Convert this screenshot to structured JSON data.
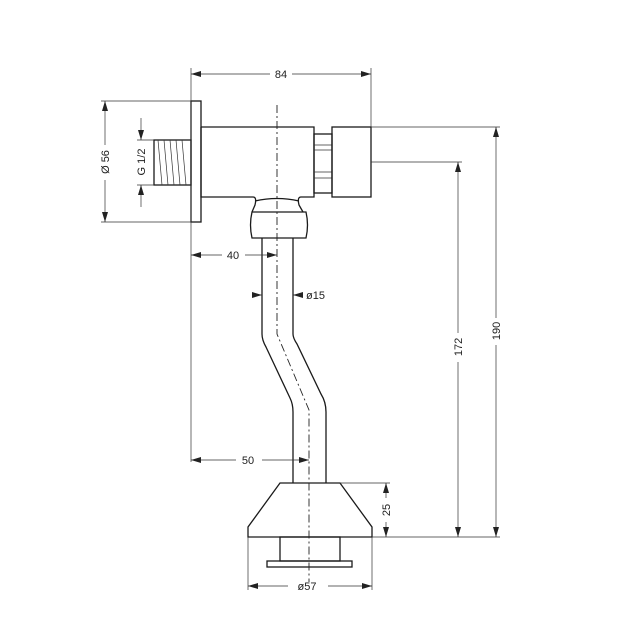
{
  "dimensions": {
    "overall_width": "84",
    "flange_diameter": "Ø 56",
    "thread": "G 1/2",
    "inlet_offset": "40",
    "pipe_diameter": "ø15",
    "outlet_offset": "50",
    "cone_height": "25",
    "height_to_knob_axis": "172",
    "overall_height": "190",
    "base_diameter": "ø57"
  }
}
